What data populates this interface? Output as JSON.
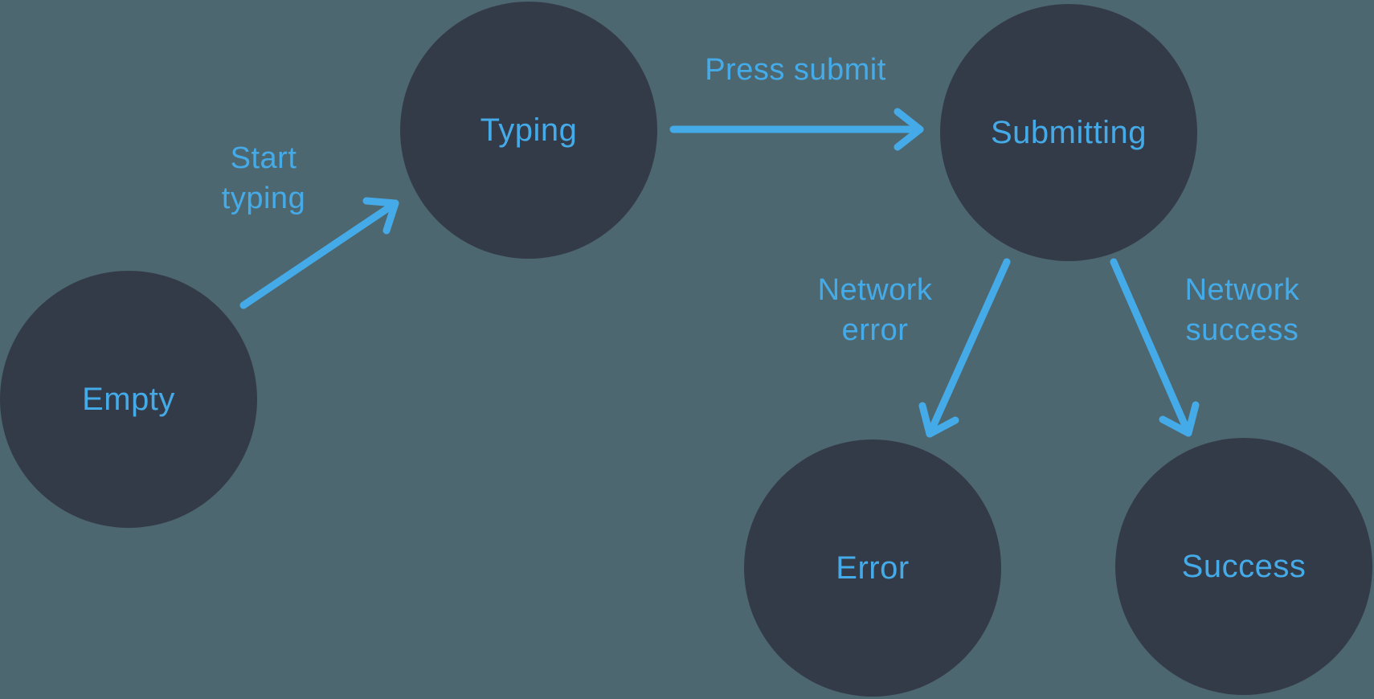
{
  "diagram": {
    "states": [
      {
        "id": "empty",
        "label": "Empty"
      },
      {
        "id": "typing",
        "label": "Typing"
      },
      {
        "id": "submitting",
        "label": "Submitting"
      },
      {
        "id": "error",
        "label": "Error"
      },
      {
        "id": "success",
        "label": "Success"
      }
    ],
    "transitions": [
      {
        "from": "Empty",
        "to": "Typing",
        "label": "Start\ntyping"
      },
      {
        "from": "Typing",
        "to": "Submitting",
        "label": "Press submit"
      },
      {
        "from": "Submitting",
        "to": "Error",
        "label": "Network\nerror"
      },
      {
        "from": "Submitting",
        "to": "Success",
        "label": "Network\nsuccess"
      }
    ],
    "colors": {
      "background": "#4D6770",
      "node_fill": "#343B48",
      "accent_blue": "#45ABE8"
    }
  }
}
